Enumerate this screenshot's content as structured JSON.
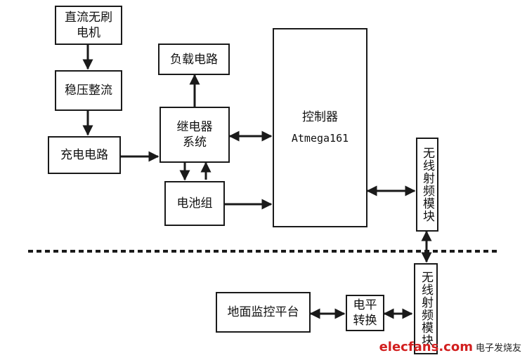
{
  "blocks": {
    "bldc_motor": [
      "直流无刷",
      "电机"
    ],
    "regulator": "稳压整流",
    "charging": "充电电路",
    "load": "负载电路",
    "relay": [
      "继电器",
      "系统"
    ],
    "battery": "电池组",
    "controller": [
      "控制器",
      "Atmega161"
    ],
    "rf_upper": "无线射频模块",
    "rf_lower": "无线射频模块",
    "ground": "地面监控平台",
    "level": [
      "电平",
      "转换"
    ]
  },
  "watermark": {
    "logo": "elecfans.com",
    "sub": "电子发烧友"
  }
}
